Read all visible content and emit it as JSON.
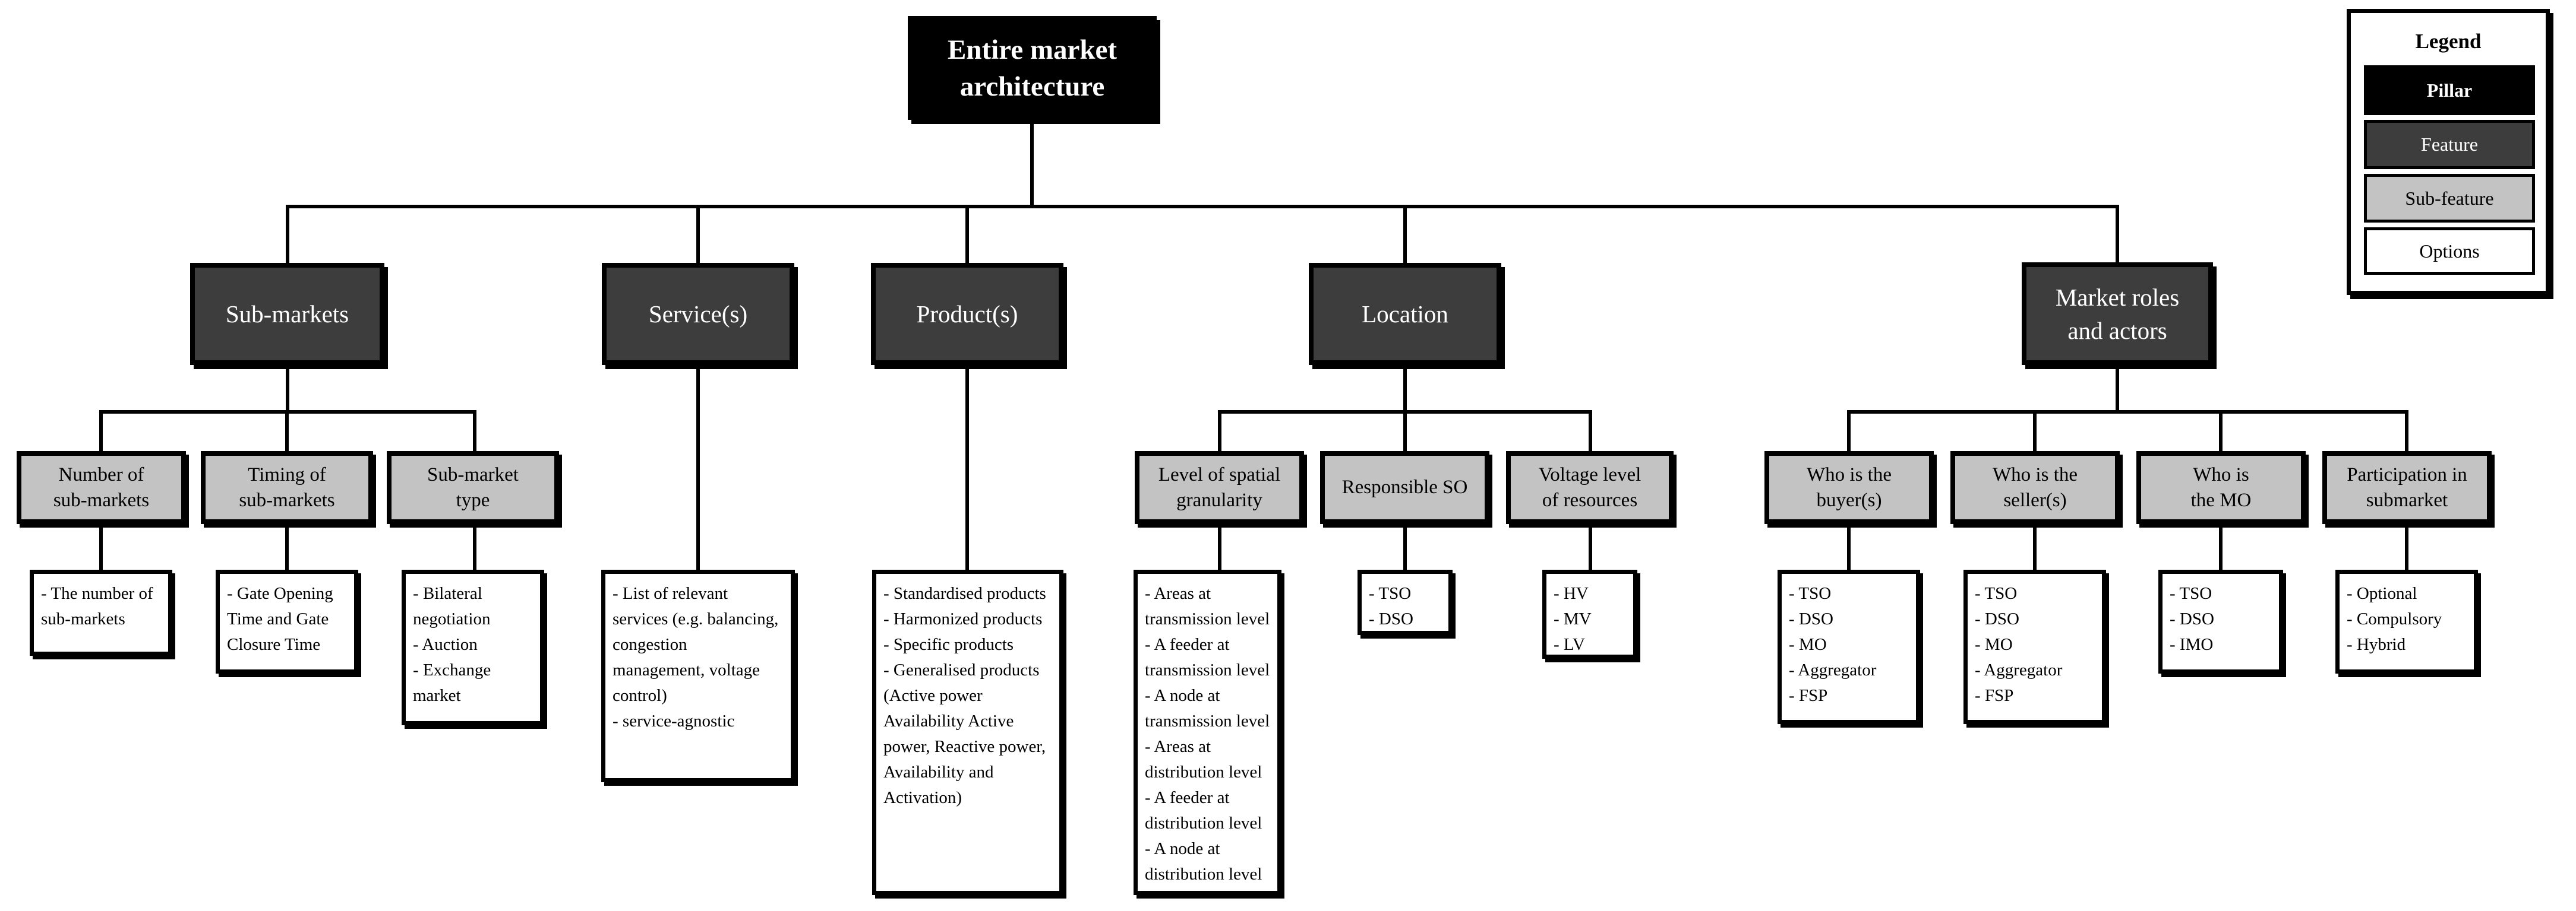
{
  "title": [
    "Entire market",
    "architecture"
  ],
  "legend": {
    "title": "Legend",
    "pillar_label": "Pillar",
    "feature_label": "Feature",
    "subfeature_label": "Sub-feature",
    "options_label": "Options"
  },
  "colors": {
    "pillar_bg": "#000000",
    "feature_bg": "#3d3d3d",
    "subfeature_bg": "#c3c3c3",
    "options_bg": "#ffffff",
    "line": "#000000"
  },
  "branches": {
    "submarkets": {
      "label": "Sub-markets",
      "children": {
        "number": {
          "label": [
            "Number of",
            "sub-markets"
          ],
          "options": [
            "- The number of sub-markets"
          ]
        },
        "timing": {
          "label": [
            "Timing of",
            "sub-markets"
          ],
          "options": [
            "- Gate Opening Time and Gate Closure Time"
          ]
        },
        "type": {
          "label": [
            "Sub-market",
            "type"
          ],
          "options": [
            "- Bilateral negotiation",
            "- Auction",
            "- Exchange market"
          ]
        }
      }
    },
    "services": {
      "label": "Service(s)",
      "options": [
        "- List of relevant services (e.g. balancing, congestion management, voltage control)",
        "- service-agnostic"
      ]
    },
    "products": {
      "label": "Product(s)",
      "options": [
        "- Standardised products",
        "- Harmonized products",
        "- Specific products",
        "- Generalised products (Active power Availability Active power, Reactive power, Availability and Activation)"
      ]
    },
    "location": {
      "label": "Location",
      "children": {
        "granularity": {
          "label": [
            "Level of spatial",
            "granularity"
          ],
          "options": [
            "- Areas at transmission level",
            "- A feeder at transmission level",
            "- A node at transmission level",
            "- Areas at distribution level",
            "- A feeder at distribution level",
            "- A node at distribution level"
          ]
        },
        "so": {
          "label": [
            "Responsible SO"
          ],
          "options": [
            "- TSO",
            "- DSO"
          ]
        },
        "voltage": {
          "label": [
            "Voltage level",
            "of resources"
          ],
          "options": [
            "- HV",
            "- MV",
            "- LV"
          ]
        }
      }
    },
    "roles": {
      "label": [
        "Market roles",
        "and actors"
      ],
      "children": {
        "buyer": {
          "label": [
            "Who is the",
            "buyer(s)"
          ],
          "options": [
            "- TSO",
            "- DSO",
            "- MO",
            "- Aggregator",
            "- FSP"
          ]
        },
        "seller": {
          "label": [
            "Who is the",
            "seller(s)"
          ],
          "options": [
            "- TSO",
            "- DSO",
            "- MO",
            "- Aggregator",
            "- FSP"
          ]
        },
        "mo": {
          "label": [
            "Who is",
            "the MO"
          ],
          "options": [
            "- TSO",
            "- DSO",
            "- IMO"
          ]
        },
        "participation": {
          "label": [
            "Participation in",
            "submarket"
          ],
          "options": [
            "- Optional",
            "- Compulsory",
            "- Hybrid"
          ]
        }
      }
    }
  }
}
